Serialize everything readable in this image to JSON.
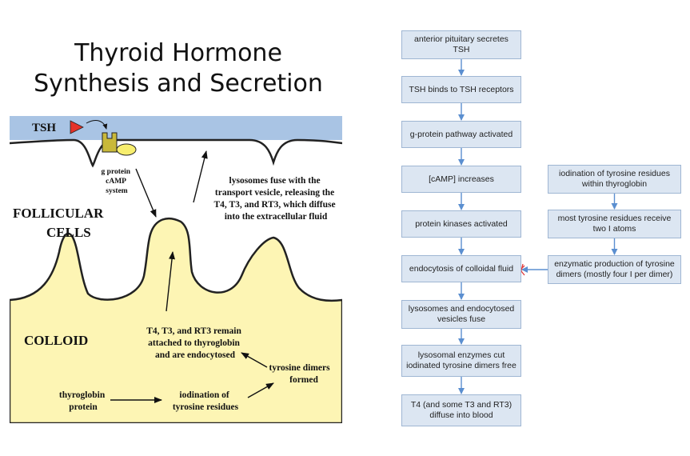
{
  "title": {
    "line1": "Thyroid Hormone",
    "line2": "Synthesis and Secretion"
  },
  "diagram": {
    "tsh": "TSH",
    "gprotein": [
      "g protein",
      "cAMP",
      "system"
    ],
    "lysosome_note": [
      "lysosomes fuse with the",
      "transport vesicle, releasing the",
      "T4, T3, and RT3, which diffuse",
      "into the extracellular fluid"
    ],
    "follicular": [
      "FOLLICULAR",
      "CELLS"
    ],
    "colloid": "COLLOID",
    "remain_note": [
      "T4, T3, and RT3 remain",
      "attached to thyroglobin",
      "and are endocytosed"
    ],
    "dimers_note": [
      "tyrosine dimers",
      "formed"
    ],
    "thyroglobin": [
      "thyroglobin",
      "protein"
    ],
    "iodination": [
      "iodination of",
      "tyrosine residues"
    ],
    "colors": {
      "membrane_bg": "#a9c4e4",
      "cell": "#ffffff",
      "colloid": "#fdf5b4",
      "receptor": "#c9b93a",
      "gprotein": "#f7ee6e",
      "tsh_marker": "#e4332a"
    }
  },
  "flowchart": {
    "main": [
      "anterior pituitary secretes TSH",
      "TSH binds to TSH receptors",
      "g-protein pathway activated",
      "[cAMP] increases",
      "protein kinases activated",
      "endocytosis of colloidal fluid",
      "lysosomes and endocytosed vesicles fuse",
      "lysosomal enzymes cut iodinated tyrosine dimers free",
      "T4 (and some T3 and RT3) diffuse into blood"
    ],
    "side": [
      "iodination of tyrosine residues within thyroglobin",
      "most tyrosine residues receive two I atoms",
      "enzymatic production of tyrosine dimers (mostly four I per dimer)"
    ],
    "colors": {
      "box_fill": "#dce6f2",
      "box_border": "#9fb6d3",
      "arrow": "#5b8fd0",
      "marker": "#e03a3a"
    }
  }
}
